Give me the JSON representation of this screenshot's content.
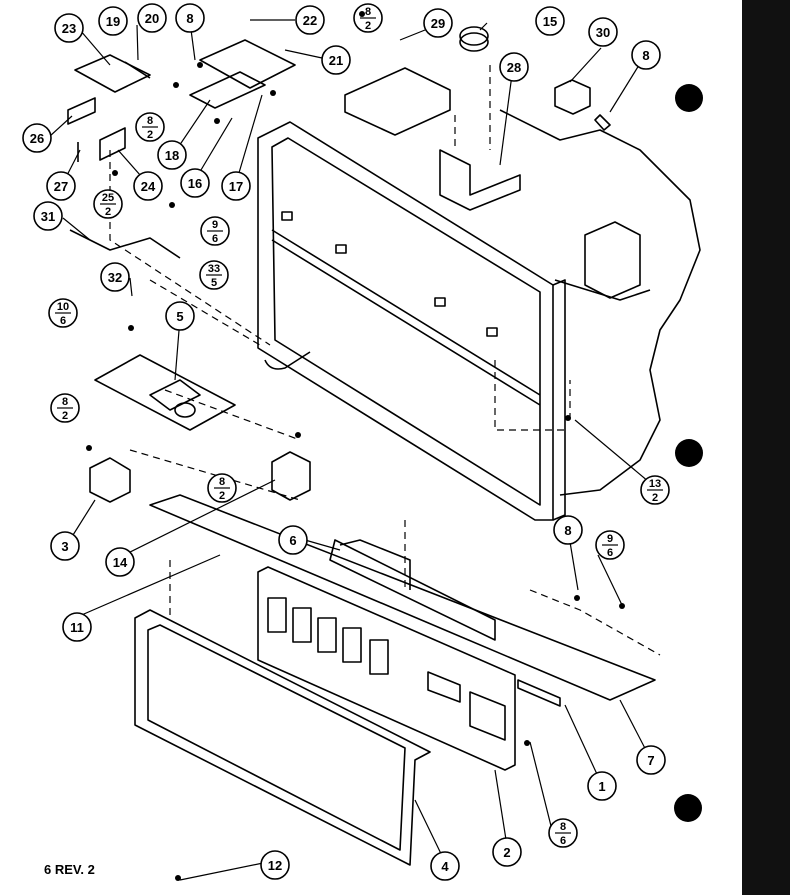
{
  "callouts": [
    {
      "id": "c23",
      "label": "23"
    },
    {
      "id": "c19",
      "label": "19"
    },
    {
      "id": "c20",
      "label": "20"
    },
    {
      "id": "c8a",
      "label": "8"
    },
    {
      "id": "c22",
      "label": "22"
    },
    {
      "id": "c21",
      "label": "21"
    },
    {
      "id": "c29",
      "label": "29"
    },
    {
      "id": "c15",
      "label": "15"
    },
    {
      "id": "c30",
      "label": "30"
    },
    {
      "id": "c8b",
      "label": "8"
    },
    {
      "id": "c28",
      "label": "28"
    },
    {
      "id": "c26",
      "label": "26"
    },
    {
      "id": "c18",
      "label": "18"
    },
    {
      "id": "c16",
      "label": "16"
    },
    {
      "id": "c17",
      "label": "17"
    },
    {
      "id": "c27",
      "label": "27"
    },
    {
      "id": "c24",
      "label": "24"
    },
    {
      "id": "c31",
      "label": "31"
    },
    {
      "id": "c32",
      "label": "32"
    },
    {
      "id": "c5",
      "label": "5"
    },
    {
      "id": "c3",
      "label": "3"
    },
    {
      "id": "c14",
      "label": "14"
    },
    {
      "id": "c6",
      "label": "6"
    },
    {
      "id": "c8c",
      "label": "8"
    },
    {
      "id": "c11",
      "label": "11"
    },
    {
      "id": "c7",
      "label": "7"
    },
    {
      "id": "c1",
      "label": "1"
    },
    {
      "id": "c2",
      "label": "2"
    },
    {
      "id": "c4",
      "label": "4"
    },
    {
      "id": "c12",
      "label": "12"
    }
  ],
  "fraction_callouts": [
    {
      "id": "f8_2a",
      "num": "8",
      "den": "2"
    },
    {
      "id": "f8_2b",
      "num": "8",
      "den": "2"
    },
    {
      "id": "f25_2",
      "num": "25",
      "den": "2"
    },
    {
      "id": "f9_6a",
      "num": "9",
      "den": "6"
    },
    {
      "id": "f33_5",
      "num": "33",
      "den": "5"
    },
    {
      "id": "f10_6",
      "num": "10",
      "den": "6"
    },
    {
      "id": "f8_2c",
      "num": "8",
      "den": "2"
    },
    {
      "id": "f8_2d",
      "num": "8",
      "den": "2"
    },
    {
      "id": "f13_2",
      "num": "13",
      "den": "2"
    },
    {
      "id": "f9_6b",
      "num": "9",
      "den": "6"
    },
    {
      "id": "f8_6",
      "num": "8",
      "den": "6"
    }
  ],
  "footer": {
    "text": "6 REV. 2"
  }
}
